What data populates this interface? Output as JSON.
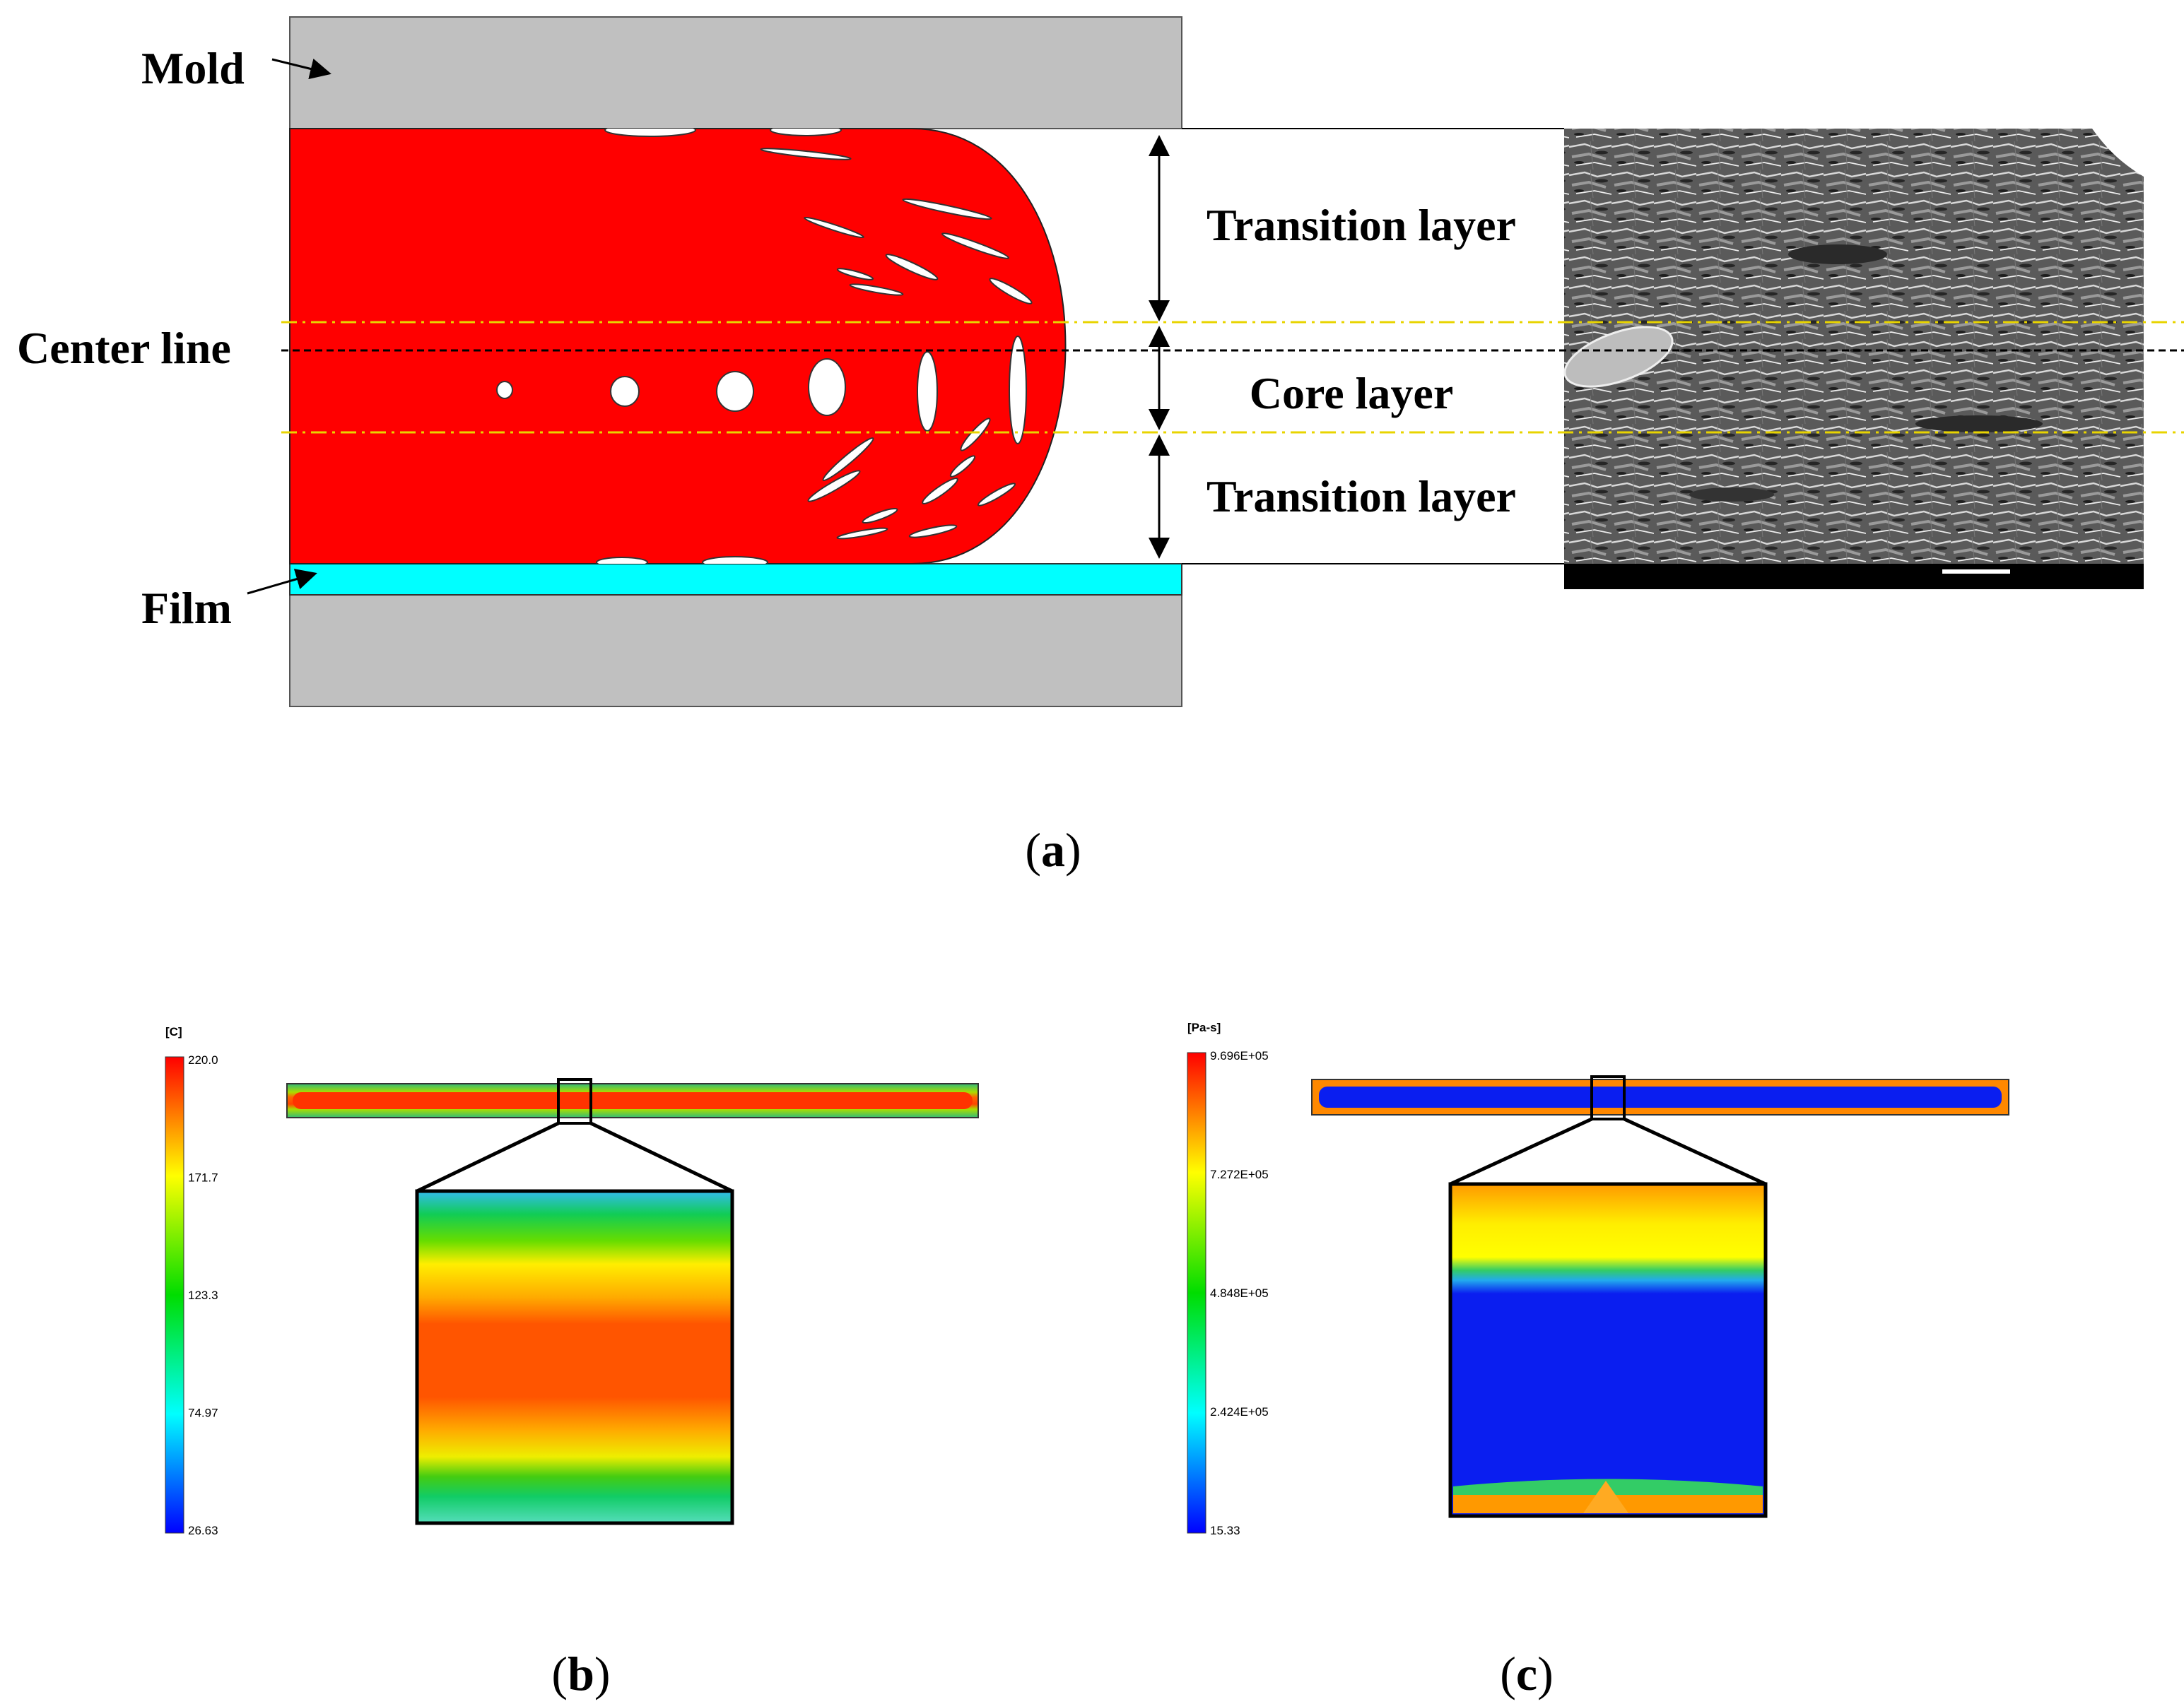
{
  "panel_a": {
    "label": "a",
    "mold_label": "Mold",
    "film_label": "Film",
    "center_line_label": "Center line",
    "layers": {
      "top": "Transition layer",
      "middle": "Core layer",
      "bottom": "Transition layer"
    }
  },
  "panel_b": {
    "label": "b",
    "unit": "[C]",
    "ticks": [
      "220.0",
      "171.7",
      "123.3",
      "74.97",
      "26.63"
    ]
  },
  "panel_c": {
    "label": "c",
    "unit": "[Pa-s]",
    "ticks": [
      "9.696E+05",
      "7.272E+05",
      "4.848E+05",
      "2.424E+05",
      "15.33"
    ]
  },
  "colors": {
    "melt": "#ff0000",
    "mold": "#c0c0c0",
    "film": "#00ffff",
    "guide": "#e8d400"
  }
}
